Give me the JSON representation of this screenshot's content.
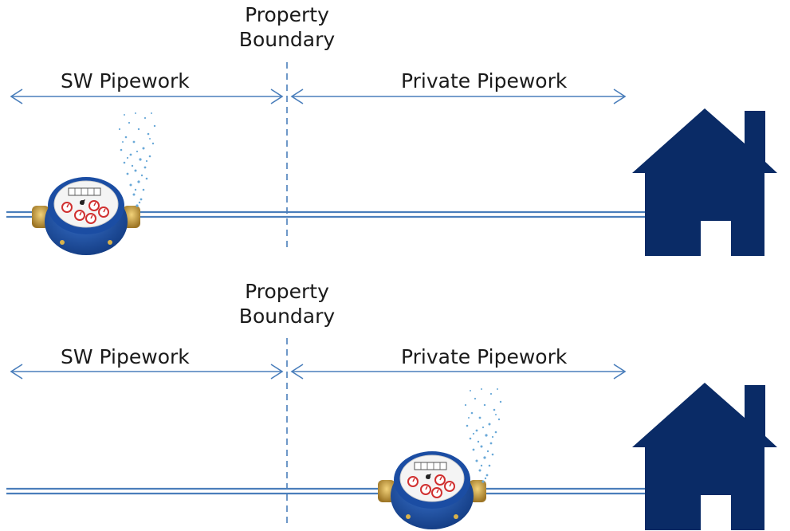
{
  "colors": {
    "arrow": "#4a7ebb",
    "pipe": "#4a7ebb",
    "boundary": "#4a7ebb",
    "house": "#0a2b66",
    "meter_body": "#1f4fa0",
    "meter_brass": "#c59b3c",
    "spray": "#6aa9d8"
  },
  "panels": [
    {
      "boundary_label_line1": "Property",
      "boundary_label_line2": "Boundary",
      "left_label": "SW Pipework",
      "right_label": "Private Pipework",
      "meter_side": "SW Pipework",
      "icons": [
        "water-meter-icon",
        "water-spray-icon",
        "house-icon"
      ]
    },
    {
      "boundary_label_line1": "Property",
      "boundary_label_line2": "Boundary",
      "left_label": "SW Pipework",
      "right_label": "Private Pipework",
      "meter_side": "Private Pipework",
      "icons": [
        "water-meter-icon",
        "water-spray-icon",
        "house-icon"
      ]
    }
  ]
}
